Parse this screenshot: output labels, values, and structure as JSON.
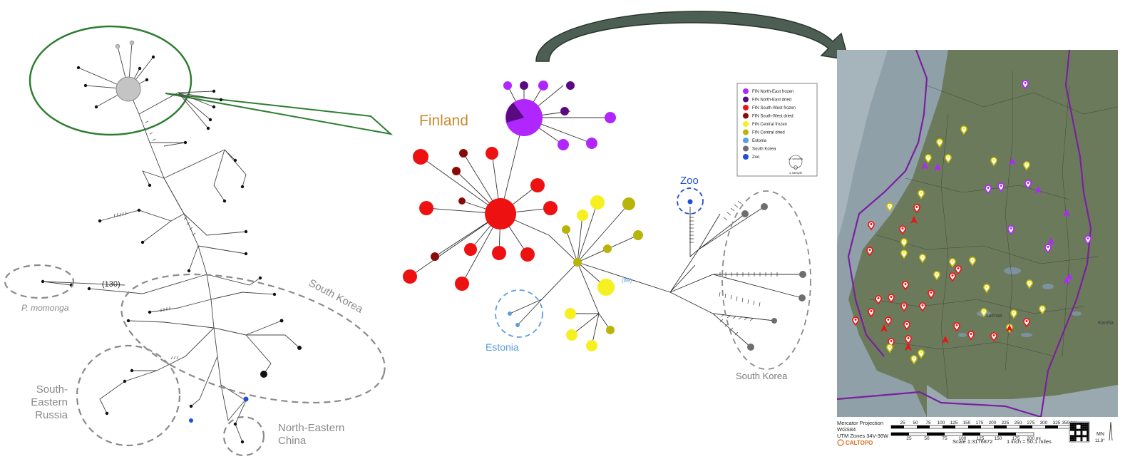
{
  "left_network": {
    "regions": {
      "south_korea": "South Korea",
      "momonga": "P. momonga",
      "se_russia": [
        "South-",
        "Eastern",
        "Russia"
      ],
      "ne_china": [
        "North-Eastern",
        "China"
      ]
    },
    "edge_count_momonga": "(130)"
  },
  "middle_network": {
    "finland": "Finland",
    "estonia": "Estonia",
    "zoo": "Zoo",
    "south_korea": "South Korea",
    "edge_count": "(89)"
  },
  "legend": {
    "items": [
      {
        "label": "FIN North-East frozen",
        "color": "#b026ff"
      },
      {
        "label": "FIN North-East dried",
        "color": "#5a0a80"
      },
      {
        "label": "FIN South-West frozen",
        "color": "#ee1111"
      },
      {
        "label": "FIN South-West dried",
        "color": "#8a0a0a"
      },
      {
        "label": "FIN Central frozen",
        "color": "#f6f020"
      },
      {
        "label": "FIN Central dried",
        "color": "#b9b40a"
      },
      {
        "label": "Estonia",
        "color": "#5b9ee0"
      },
      {
        "label": "South Korea",
        "color": "#6e6e6e"
      },
      {
        "label": "Zoo",
        "color": "#1f4fd8"
      }
    ],
    "size_key": {
      "big": "10 samples",
      "small": "1 sample"
    }
  },
  "map": {
    "projection": "Mercator Projection",
    "datum": "WGS84",
    "utm": "UTM Zones 34V-36W",
    "brand": "CALTOPO",
    "km_ticks": [
      "25",
      "50",
      "75",
      "100",
      "125",
      "150",
      "175",
      "200",
      "225",
      "250",
      "275",
      "300",
      "325",
      "350 km"
    ],
    "mi_ticks": [
      "25",
      "50",
      "75",
      "100",
      "125",
      "150",
      "175",
      "200 mi"
    ],
    "scale_text": "Scale 1:3176872",
    "inch_text": "1 inch = 50.1 miles",
    "mn_text": "MN",
    "mn_deg": "11.8°"
  },
  "colors": {
    "ne_frozen": "#b026ff",
    "ne_dried": "#5a0a80",
    "sw_frozen": "#ee1111",
    "sw_dried": "#8a0a0a",
    "c_frozen": "#f6f020",
    "c_dried": "#b9b40a",
    "estonia": "#5b9ee0",
    "korea": "#6e6e6e",
    "zoo": "#1f4fd8",
    "arrow": "#4d5f55"
  }
}
